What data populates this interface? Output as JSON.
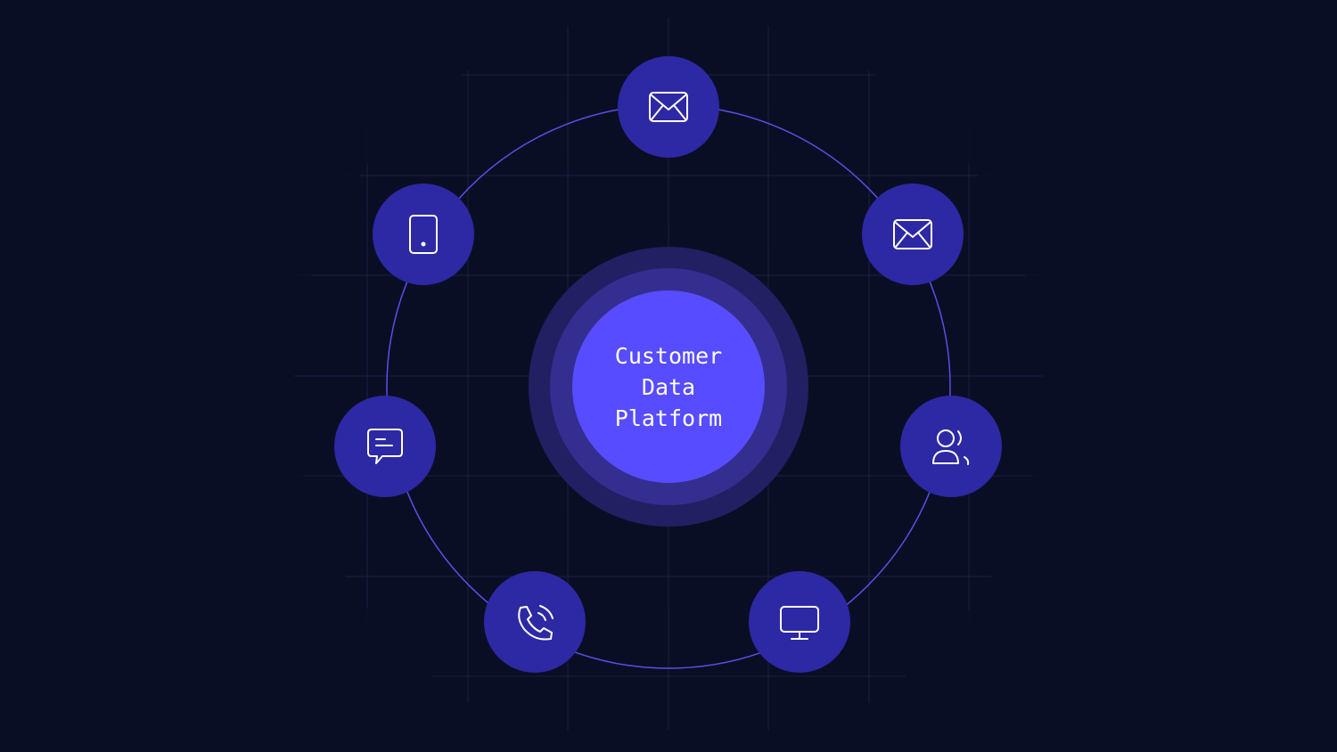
{
  "diagram": {
    "title_lines": [
      "Customer",
      "Data",
      "Platform"
    ],
    "colors": {
      "background": "#0a0e24",
      "grid": "#1d2142",
      "orbit": "#5a4ee6",
      "node": "#2d28a4",
      "core": "#574cff",
      "halo_inner": "#332e8f",
      "halo_outer": "#221f63"
    },
    "nodes": [
      {
        "icon": "envelope-icon"
      },
      {
        "icon": "envelope-icon"
      },
      {
        "icon": "users-icon"
      },
      {
        "icon": "monitor-icon"
      },
      {
        "icon": "phone-call-icon"
      },
      {
        "icon": "chat-icon"
      },
      {
        "icon": "tablet-icon"
      }
    ]
  }
}
